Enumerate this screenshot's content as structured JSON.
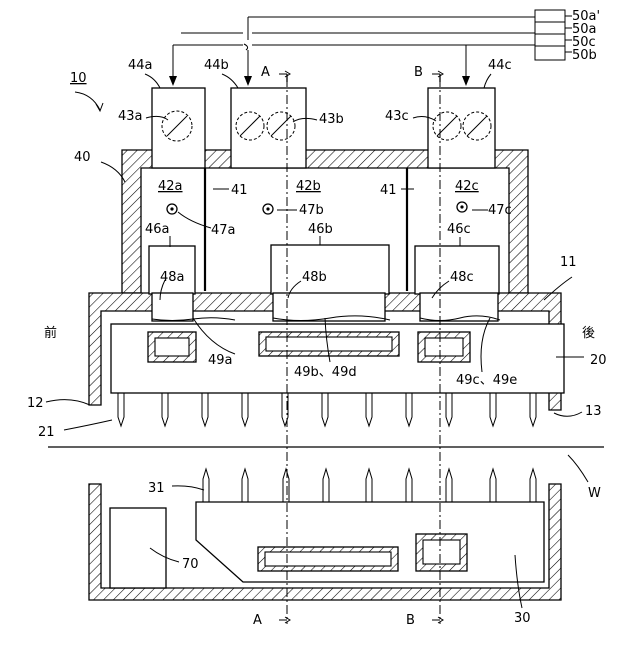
{
  "labels": {
    "device": "10",
    "l11": "11",
    "l12": "12",
    "l13": "13",
    "l20": "20",
    "l21": "21",
    "l30": "30",
    "l31": "31",
    "l40": "40",
    "l41a": "41",
    "l41b": "41",
    "l42a": "42a",
    "l42b": "42b",
    "l42c": "42c",
    "l43a": "43a",
    "l43b": "43b",
    "l43c": "43c",
    "l44a": "44a",
    "l44b": "44b",
    "l44c": "44c",
    "l46a": "46a",
    "l46b": "46b",
    "l46c": "46c",
    "l47a": "47a",
    "l47b": "47b",
    "l47c": "47c",
    "l48a": "48a",
    "l48b": "48b",
    "l48c": "48c",
    "l49a": "49a",
    "l49bd": "49b、49d",
    "l49ce": "49c、49e",
    "l50a_prime": "50a'",
    "l50a": "50a",
    "l50c": "50c",
    "l50b": "50b",
    "l70": "70",
    "lW": "W",
    "front": "前",
    "rear": "後",
    "secA_top": "A",
    "secB_top": "B",
    "secA_bot": "A",
    "secB_bot": "B"
  }
}
